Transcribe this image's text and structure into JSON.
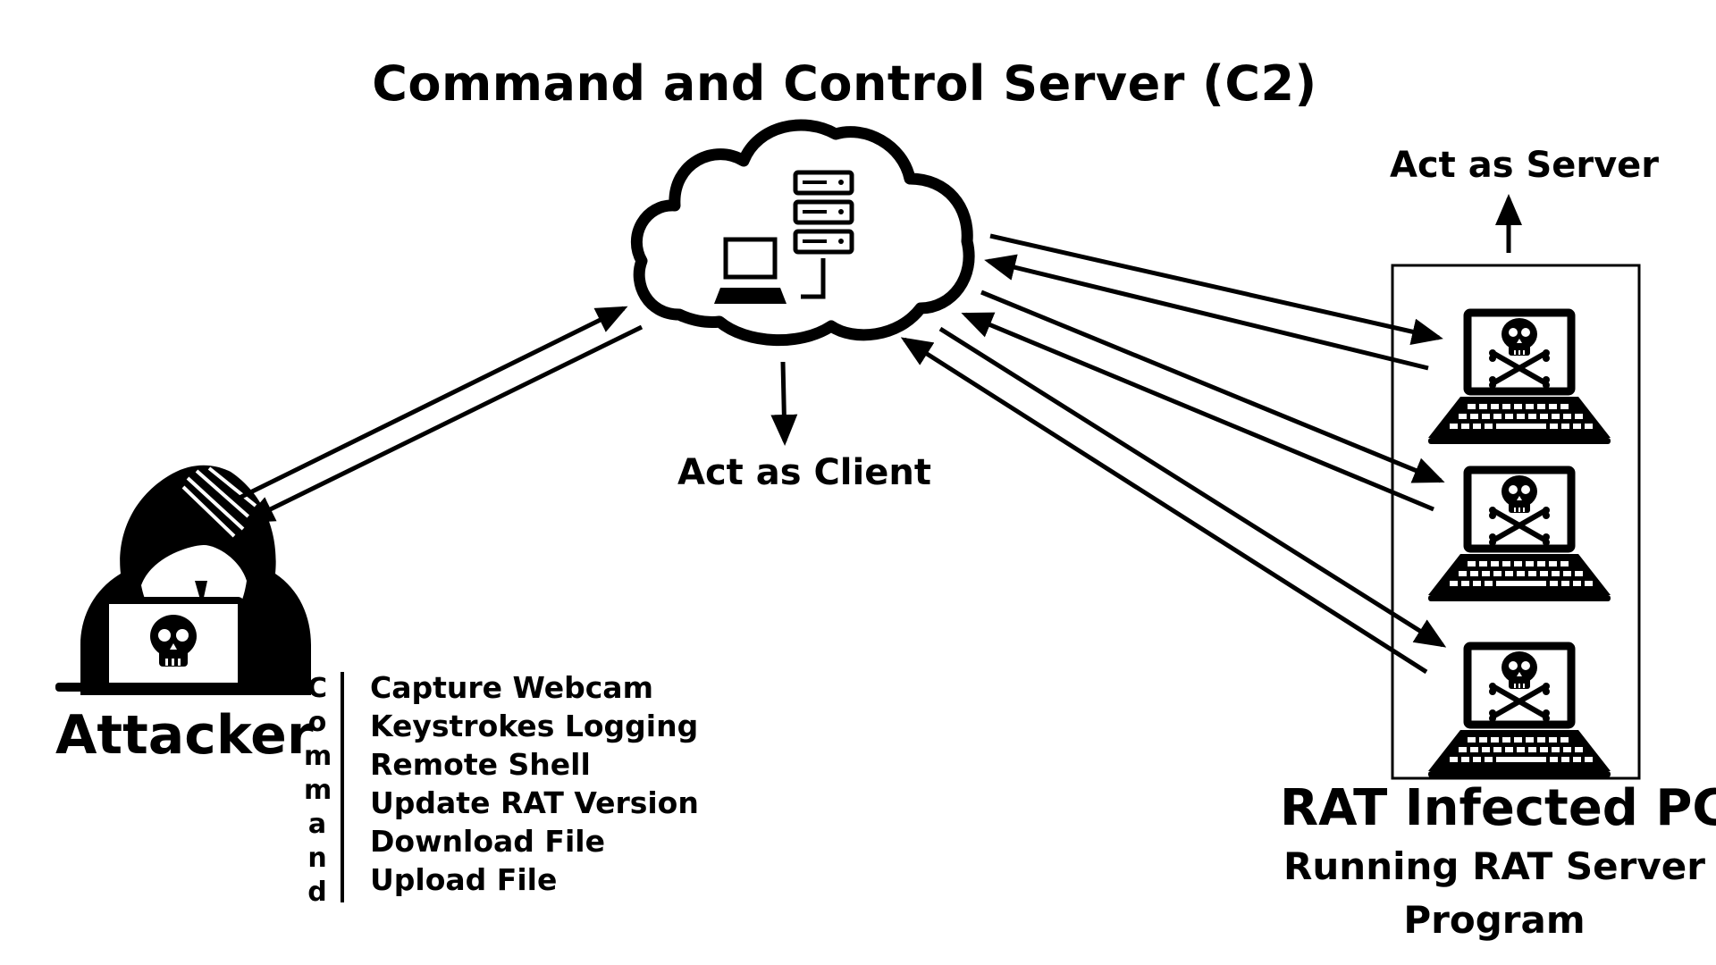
{
  "title": "Command and Control Server (C2)",
  "server_label": "Act as Server",
  "client_label": "Act as Client",
  "attacker_label": "Attacker",
  "rat_pc": {
    "title": "RAT Infected PC",
    "subtitle_line1": "Running RAT Server",
    "subtitle_line2": "Program"
  },
  "command_heading": [
    "C",
    "o",
    "m",
    "m",
    "a",
    "n",
    "d"
  ],
  "commands": [
    "Capture Webcam",
    "Keystrokes Logging",
    "Remote Shell",
    "Update RAT Version",
    "Download File",
    "Upload File"
  ],
  "icons": {
    "cloud": "cloud-icon",
    "server_rack": "server-rack-icon",
    "laptop": "laptop-icon",
    "hacker": "hooded-hacker-icon",
    "skull": "skull-crossbones-icon"
  },
  "colors": {
    "ink": "#000000",
    "background": "#ffffff"
  }
}
